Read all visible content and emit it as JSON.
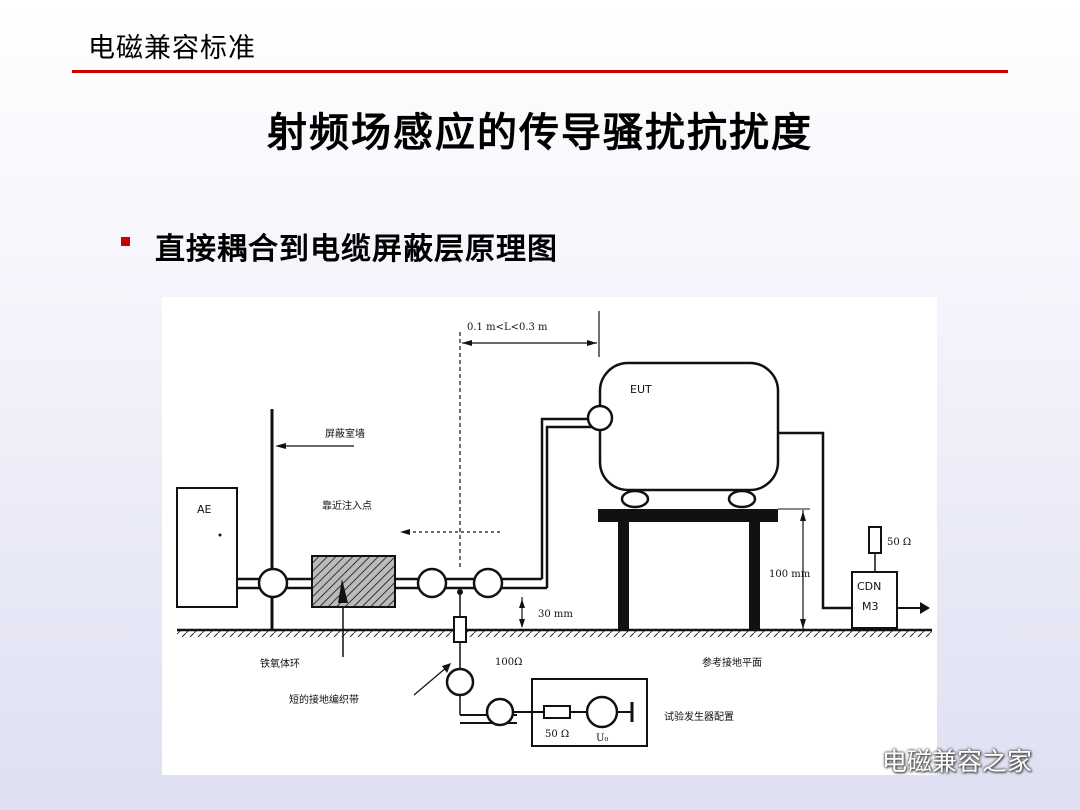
{
  "header": {
    "title": "电磁兼容标准"
  },
  "slide": {
    "title": "射频场感应的传导骚扰抗扰度"
  },
  "bullet": {
    "text": "直接耦合到电缆屏蔽层原理图"
  },
  "diagram": {
    "labels": {
      "distance": "0.1 m<L<0.3 m",
      "eut": "EUT",
      "ae": "AE",
      "shield_wall": "屏蔽室墙",
      "near_injection": "靠近注入点",
      "ferrite": "铁氧体环",
      "short_braid": "短的接地编织带",
      "r100": "100Ω",
      "ground_plane": "参考接地平面",
      "height_30": "30 mm",
      "height_100": "100 mm",
      "r50_top": "50 Ω",
      "cdn": "CDN",
      "m3": "M3",
      "generator": "试验发生器配置",
      "r50_gen": "50 Ω",
      "u0": "U₀"
    }
  },
  "watermark": {
    "text": "电磁兼容之家"
  }
}
